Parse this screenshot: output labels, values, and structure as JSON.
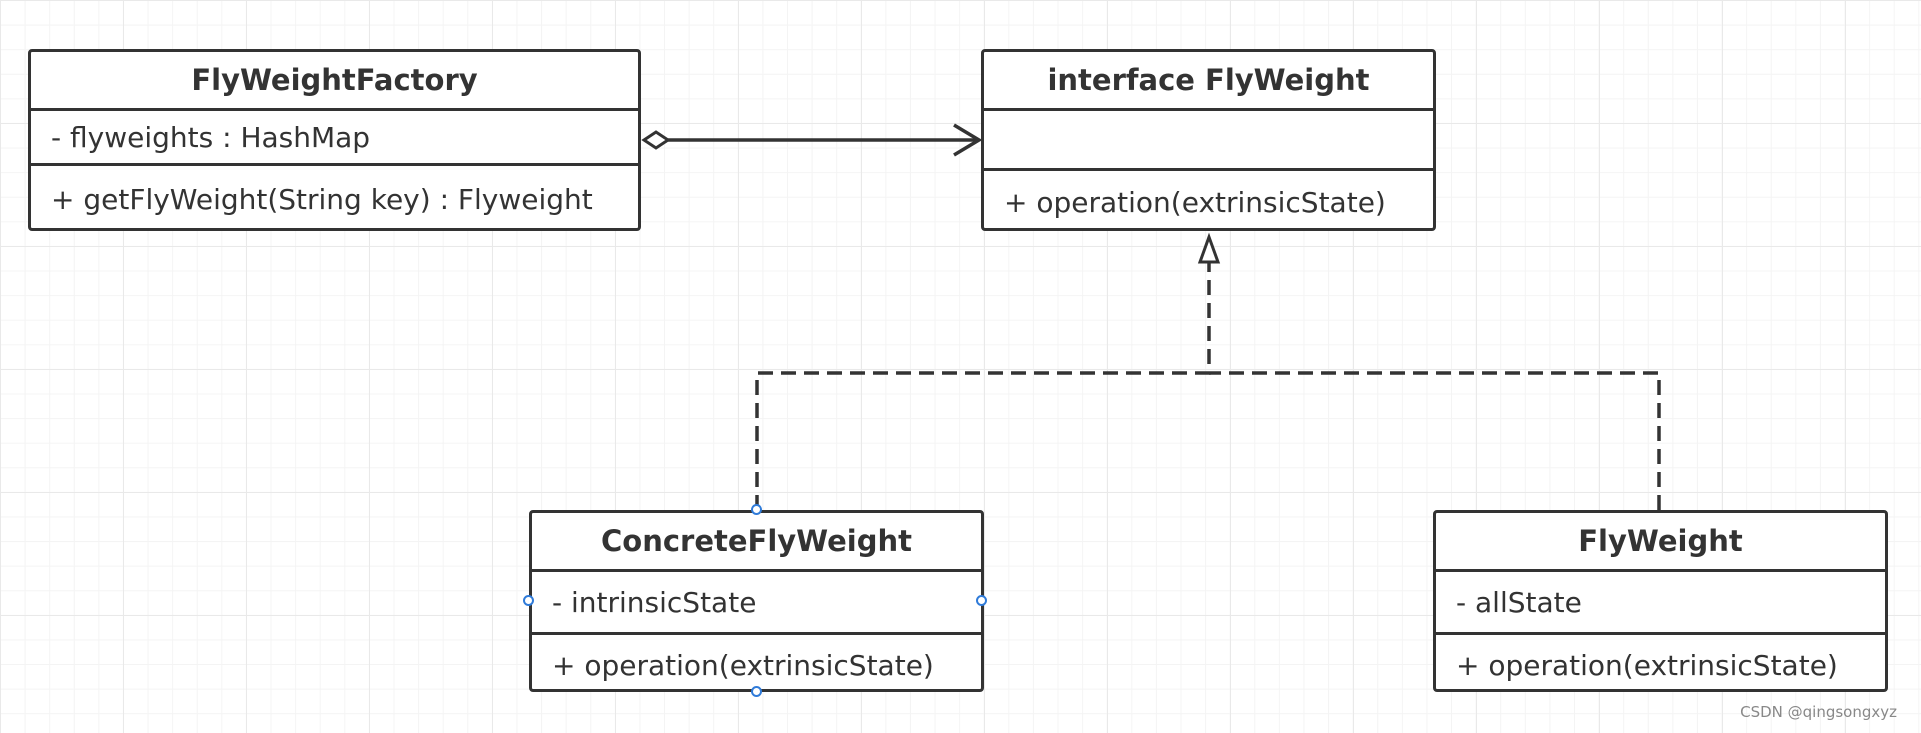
{
  "classes": {
    "factory": {
      "name": "FlyWeightFactory",
      "attributes": [
        "- flyweights :  HashMap"
      ],
      "operations": [
        "+ getFlyWeight(String key) :  Flyweight"
      ]
    },
    "interface": {
      "name": "interface FlyWeight",
      "attributes": [
        ""
      ],
      "operations": [
        "+ operation(extrinsicState)"
      ]
    },
    "concrete": {
      "name": "ConcreteFlyWeight",
      "attributes": [
        "- intrinsicState"
      ],
      "operations": [
        "+ operation(extrinsicState)"
      ]
    },
    "unshared": {
      "name": "FlyWeight",
      "attributes": [
        "- allState"
      ],
      "operations": [
        "+ operation(extrinsicState)"
      ]
    }
  },
  "relations": {
    "aggregation": "aggregation",
    "realization_concrete": "realization",
    "realization_unshared": "realization"
  },
  "colors": {
    "line": "#333333",
    "handle": "#2f7bd9",
    "grid": "#e9e9e9"
  },
  "watermark": "CSDN @qingsongxyz"
}
